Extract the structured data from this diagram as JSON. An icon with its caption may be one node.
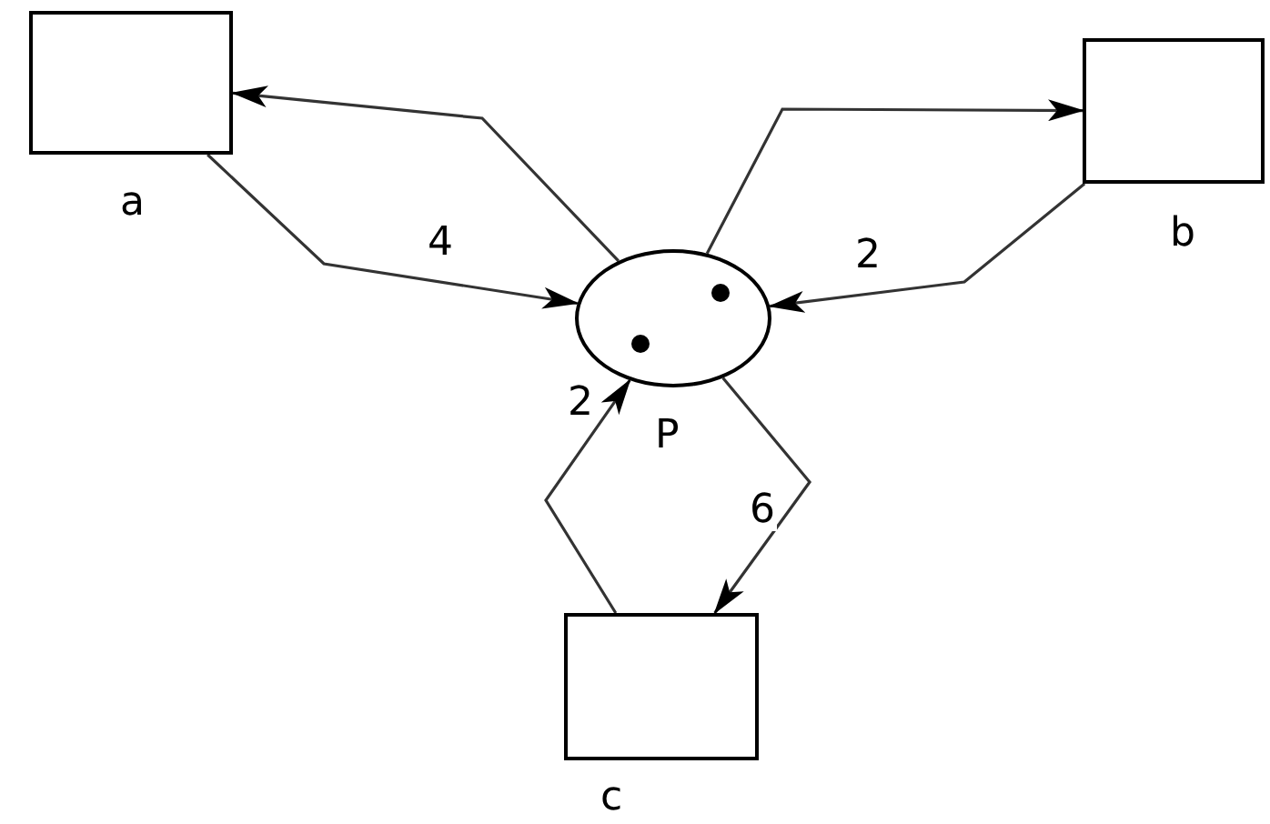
{
  "diagram": {
    "nodes": [
      {
        "text": [],
        "shape": "box",
        "beside": [
          "a"
        ]
      },
      {
        "text": [],
        "shape": "box",
        "beside": [
          "b"
        ]
      },
      {
        "text": [],
        "shape": "circle",
        "beside": [
          "P"
        ]
      },
      {
        "text": [],
        "shape": "box",
        "beside": [
          "c"
        ]
      }
    ],
    "edges": [
      {
        "from": 2,
        "to": 0,
        "arrow": "to"
      },
      {
        "from": 0,
        "to": 2,
        "arrow": "to",
        "label": "4"
      },
      {
        "from": 2,
        "to": 1,
        "arrow": "to"
      },
      {
        "from": 1,
        "to": 2,
        "arrow": "to",
        "label": "2"
      },
      {
        "from": 2,
        "to": 3,
        "arrow": "to",
        "label": "6"
      },
      {
        "from": 3,
        "to": 2,
        "arrow": "to",
        "label": "2"
      }
    ]
  }
}
